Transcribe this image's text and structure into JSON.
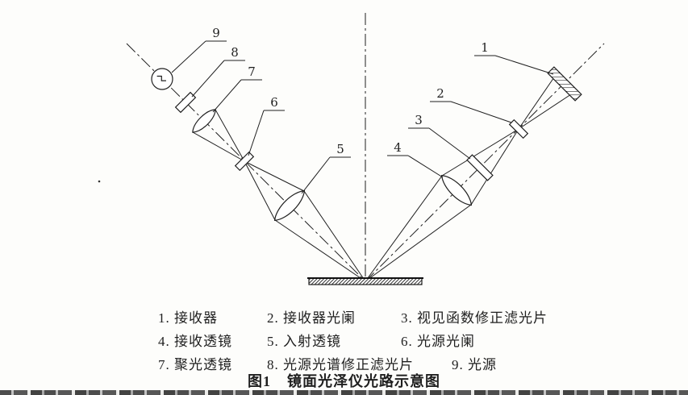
{
  "colors": {
    "ink": "#1f1f1f",
    "paper": "#fdfdfb"
  },
  "diagram": {
    "callouts": [
      "1",
      "2",
      "3",
      "4",
      "5",
      "6",
      "7",
      "8",
      "9"
    ]
  },
  "legend": {
    "items": [
      {
        "text": "1. 接收器"
      },
      {
        "text": "2. 接收器光阑"
      },
      {
        "text": "3. 视见函数修正滤光片"
      },
      {
        "text": "4. 接收透镜"
      },
      {
        "text": "5. 入射透镜"
      },
      {
        "text": "6. 光源光阑"
      },
      {
        "text": "7. 聚光透镜"
      },
      {
        "text": "8. 光源光谱修正滤光片"
      },
      {
        "text": "9. 光源"
      }
    ]
  },
  "caption": {
    "fig": "图1",
    "title": "镜面光泽仪光路示意图"
  }
}
